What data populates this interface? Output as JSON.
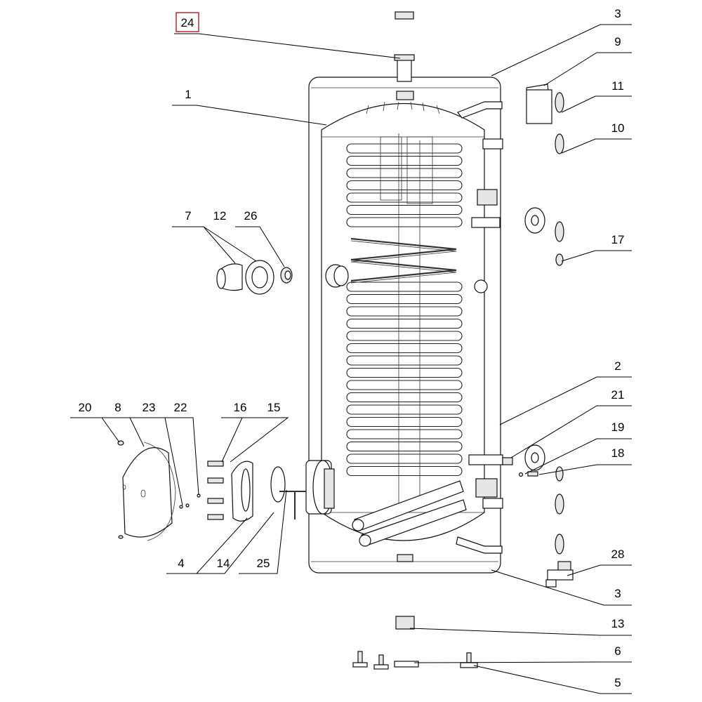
{
  "diagram": {
    "highlight_color": "#c0282d",
    "line_color": "#000000",
    "labels": [
      {
        "id": "l3a",
        "text": "3"
      },
      {
        "id": "l9",
        "text": "9"
      },
      {
        "id": "l11",
        "text": "11"
      },
      {
        "id": "l10",
        "text": "10"
      },
      {
        "id": "l17",
        "text": "17"
      },
      {
        "id": "l1",
        "text": "1"
      },
      {
        "id": "l24",
        "text": "24"
      },
      {
        "id": "l7",
        "text": "7"
      },
      {
        "id": "l12",
        "text": "12"
      },
      {
        "id": "l26",
        "text": "26"
      },
      {
        "id": "l2",
        "text": "2"
      },
      {
        "id": "l21",
        "text": "21"
      },
      {
        "id": "l19",
        "text": "19"
      },
      {
        "id": "l18",
        "text": "18"
      },
      {
        "id": "l28",
        "text": "28"
      },
      {
        "id": "l3b",
        "text": "3"
      },
      {
        "id": "l13",
        "text": "13"
      },
      {
        "id": "l6",
        "text": "6"
      },
      {
        "id": "l5",
        "text": "5"
      },
      {
        "id": "l20",
        "text": "20"
      },
      {
        "id": "l8",
        "text": "8"
      },
      {
        "id": "l23",
        "text": "23"
      },
      {
        "id": "l22",
        "text": "22"
      },
      {
        "id": "l16",
        "text": "16"
      },
      {
        "id": "l15",
        "text": "15"
      },
      {
        "id": "l4",
        "text": "4"
      },
      {
        "id": "l14",
        "text": "14"
      },
      {
        "id": "l25",
        "text": "25"
      }
    ]
  }
}
